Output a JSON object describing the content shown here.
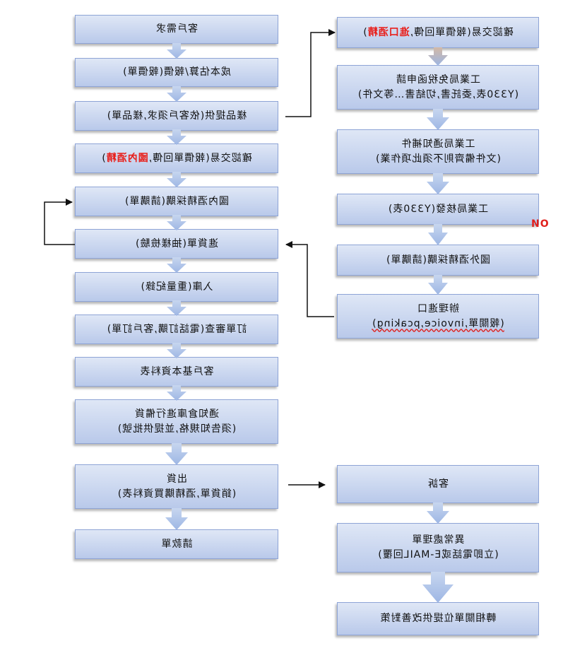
{
  "left_steps": [
    {
      "id": "customer-demand",
      "line1": "客戶需求"
    },
    {
      "id": "cost-estimate",
      "line1": "成本估算/報價(報價單)"
    },
    {
      "id": "sample-provision",
      "line1": "樣品提供(依客戶須求,樣品單)"
    },
    {
      "id": "confirm-deal-domestic",
      "line1_prefix": "確認交易(報價單回傳,",
      "line1_highlight": "國內酒精",
      "line1_suffix": ")"
    },
    {
      "id": "domestic-purchase",
      "line1": "國內酒精採購(請購單)"
    },
    {
      "id": "incoming-inspection",
      "line1": "進貨單(抽樣檢驗)"
    },
    {
      "id": "warehouse-in",
      "line1": "入庫(重量紀錄)"
    },
    {
      "id": "order-review",
      "line1": "訂單審查(電話訂購,客戶訂單)"
    },
    {
      "id": "customer-profile",
      "line1": "客戶基本資料表"
    },
    {
      "id": "notify-warehouse",
      "line1": "通知倉庫進行備貨",
      "line2": "(須告知規格,並提供批號)"
    },
    {
      "id": "shipment",
      "line1": "出貨",
      "line2": "(銷貨單,酒精購買資料表)"
    },
    {
      "id": "request-payment",
      "line1": "請款單"
    }
  ],
  "right_steps": [
    {
      "id": "confirm-deal-import",
      "line1_prefix": "確認交易(報價單回傳,",
      "line1_highlight": "進口酒精",
      "line1_suffix": ")"
    },
    {
      "id": "tax-exemption",
      "line1": "工業局免稅函申請",
      "line2": "(Y330表,委託書,切結書…等文件)"
    },
    {
      "id": "supplement-notice",
      "line1": "工業局通知補件",
      "line2": "(文件備齊則不須此項作業)"
    },
    {
      "id": "approval",
      "line1": "工業局核發(Y330表)"
    },
    {
      "id": "foreign-purchase",
      "line1": "國外酒精採購(請購單)"
    },
    {
      "id": "import-process",
      "line1": "辦理進口",
      "line2": "(報關單,invoice,pcaking)"
    }
  ],
  "complaint_steps": [
    {
      "id": "complaint",
      "line1": "客訴"
    },
    {
      "id": "exception-handling",
      "line1": "異常處理單",
      "line2": "(立即電話或E-MAIL回覆)"
    },
    {
      "id": "improvement",
      "line1": "轉相關單位提供改善對策"
    }
  ],
  "loop_label": "NO",
  "colors": {
    "box_top": "#dfe7f6",
    "box_bottom": "#b9c9ea",
    "arrow": "#a9c0e6",
    "highlight": "#e8201c"
  }
}
